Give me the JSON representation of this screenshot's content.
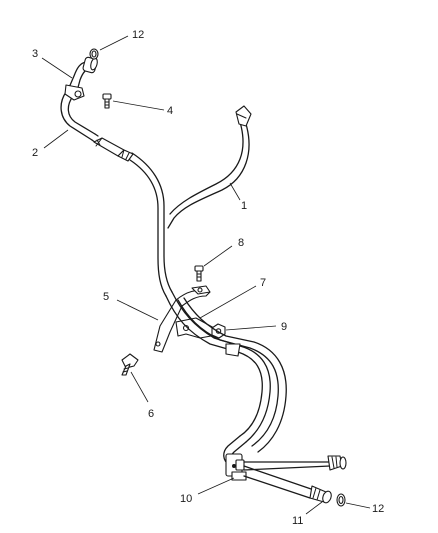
{
  "callouts": {
    "c1": "1",
    "c2": "2",
    "c3": "3",
    "c4": "4",
    "c5": "5",
    "c6": "6",
    "c7": "7",
    "c8": "8",
    "c9": "9",
    "c10": "10",
    "c11": "11",
    "c12_top": "12",
    "c12_bottom": "12"
  }
}
